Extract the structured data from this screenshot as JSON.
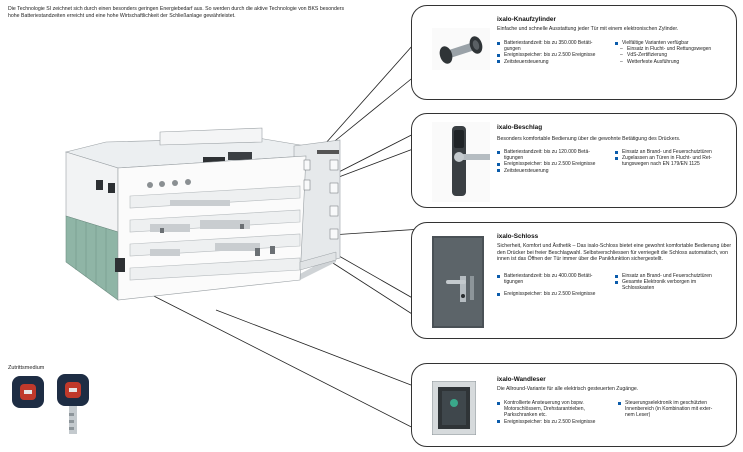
{
  "intro": {
    "text": "Die Technologie SI zeichnet sich durch einen besonders geringen Energiebedarf aus. So werden durch die aktive Technologie von BKS besonders hohe Batteriestandzeiten erreicht und eine hohe Wirtschaftlichkeit der Schließanlage gewährleistet."
  },
  "cards": [
    {
      "title": "ixalo-Knaufzylinder",
      "subtitle": "Einfache und schnelle Ausstattung jeder Tür mit einem elektronischen Zylinder.",
      "left": [
        {
          "type": "b",
          "text": "Batteriestandzeit: bis zu 350.000 Betäti-"
        },
        {
          "type": "c",
          "text": "gungen"
        },
        {
          "type": "b",
          "text": "Ereignisspeicher: bis zu 2.500 Ereignisse"
        },
        {
          "type": "b",
          "text": "Zeitsteuersteuerung"
        }
      ],
      "right": [
        {
          "type": "b",
          "text": "Vielfältige Varianten verfügbar"
        },
        {
          "type": "d",
          "text": "Einsatz in Flucht- und Rettungswegen"
        },
        {
          "type": "d",
          "text": "VdS-Zertifizierung"
        },
        {
          "type": "d",
          "text": "Wetterfeste Ausführung"
        }
      ]
    },
    {
      "title": "ixalo-Beschlag",
      "subtitle": "Besonders komfortable Bedienung über die gewohnte Betätigung des Drückers.",
      "left": [
        {
          "type": "b",
          "text": "Batteriestandzeit: bis zu 120.000 Betä-"
        },
        {
          "type": "c",
          "text": "tigungen"
        },
        {
          "type": "b",
          "text": "Ereignisspeicher: bis zu 2.500 Ereignisse"
        },
        {
          "type": "b",
          "text": "Zeitsteuersteuerung"
        }
      ],
      "right": [
        {
          "type": "b",
          "text": "Einsatz an Brand- und Feuerschutztüren"
        },
        {
          "type": "b",
          "text": "Zugelassen an Türen in Flucht- und Ret-"
        },
        {
          "type": "c",
          "text": "tungswegen nach EN 179/EN 1125"
        }
      ]
    },
    {
      "title": "ixalo-Schloss",
      "subtitle": "Sicherheit, Komfort und Ästhetik – Das ixalo-Schloss bietet eine gewohnt komfortable Bedienung über den Drücker bei freier Beschlagwahl. Selbstverschliessen für verriegelt die Schloss automatisch, von innen ist das Öffnen der Tür immer über die Panikfunktion sichergestellt.",
      "left": [
        {
          "type": "b",
          "text": "Batteriestandzeit: bis zu 400.000 Betäti-"
        },
        {
          "type": "c",
          "text": "tigungen"
        },
        {
          "type": "b",
          "text": "Ereignisspeicher: bis zu 2.500 Ereignisse"
        }
      ],
      "right": [
        {
          "type": "b",
          "text": "Einsatz an Brand- und Feuerschutztüren"
        },
        {
          "type": "b",
          "text": "Gesamte Elektronik verborgen im"
        },
        {
          "type": "c",
          "text": "Schlosskasten"
        }
      ]
    },
    {
      "title": "ixalo-Wandleser",
      "subtitle": "Die Allround-Variante für alle elektrisch gesteuerten Zugänge.",
      "left": [
        {
          "type": "b",
          "text": "Kontrollierte Ansteuerung von bspw."
        },
        {
          "type": "c",
          "text": "Motorschlössern, Drehstarantrieben,"
        },
        {
          "type": "c",
          "text": "Parkschranken etc."
        },
        {
          "type": "b",
          "text": "Ereignisspeicher: bis zu 2.500 Ereignisse"
        }
      ],
      "right": [
        {
          "type": "b",
          "text": "Steuerungselektronik im geschützten"
        },
        {
          "type": "c",
          "text": "Innenbereich (in Kombination mit exter-"
        },
        {
          "type": "c",
          "text": "nem Leser)"
        }
      ]
    }
  ],
  "keys_label": "Zutrittsmedium"
}
